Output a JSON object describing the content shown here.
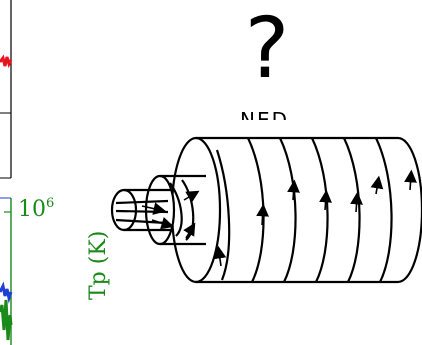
{
  "title_symbol": "?",
  "cut_label": "NED",
  "left_plot": {
    "tick_label_base": "10",
    "tick_label_exp": "6",
    "axis_label": "Tp (K)",
    "colors": {
      "red_trace": "#e8141e",
      "green_axis": "#1a8a1a",
      "blue_trace": "#1f3fd6"
    }
  },
  "diagram_icon": "nested-field-tube-icon"
}
